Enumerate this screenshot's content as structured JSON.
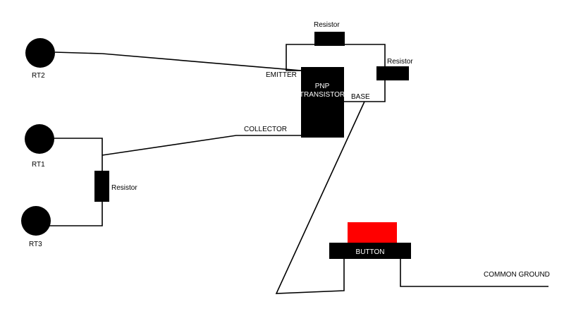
{
  "terminals": {
    "rt2": "RT2",
    "rt1": "RT1",
    "rt3": "RT3"
  },
  "transistor": {
    "line1": "PNP",
    "line2": "TRANSISTOR",
    "emitter": "EMITTER",
    "collector": "COLLECTOR",
    "base": "BASE"
  },
  "resistors": {
    "top": "Resistor",
    "right": "Resistor",
    "left": "Resistor"
  },
  "button": {
    "label": "BUTTON",
    "cap_color": "#ff0000"
  },
  "ground": {
    "label": "COMMON GROUND"
  }
}
